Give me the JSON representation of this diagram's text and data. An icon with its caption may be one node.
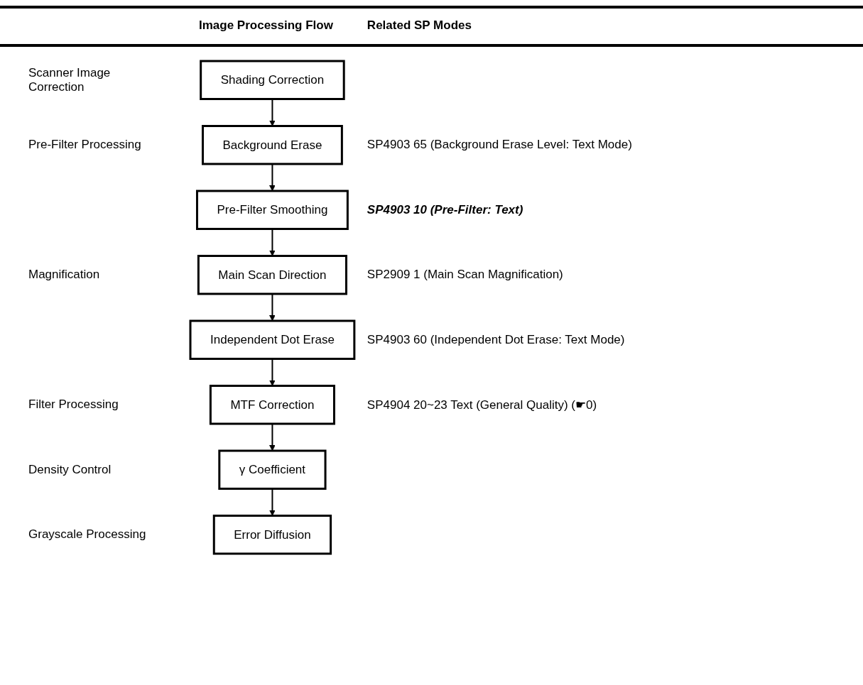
{
  "diagram": {
    "nodes": [
      {
        "text": [
          "Shading Correction"
        ]
      },
      {
        "text": [
          "Background Erase"
        ],
        "beside": [
          "SP4903 65 (Background Erase Level: Text Mode)"
        ]
      },
      {
        "text": [
          "Pre-Filter Smoothing"
        ],
        "beside": [
          "SP4903 10 (Pre-Filter: Text)"
        ]
      },
      {
        "text": [
          "Main Scan Direction"
        ],
        "beside": [
          "SP2909 1 (Main Scan Magnification)"
        ]
      },
      {
        "text": [
          "Independent Dot Erase"
        ],
        "beside": [
          "SP4903 60 (Independent Dot Erase: Text Mode)"
        ]
      },
      {
        "text": [
          "MTF Correction"
        ],
        "beside": [
          "SP4904 20~23 Text (General Quality) (☛0)"
        ]
      },
      {
        "text": [
          "γ Coefficient"
        ]
      },
      {
        "text": [
          "Error Diffusion"
        ]
      }
    ],
    "edges": [
      {
        "from": 0,
        "to": 1,
        "arrow": "to"
      },
      {
        "from": 1,
        "to": 2,
        "arrow": "to"
      },
      {
        "from": 2,
        "to": 3,
        "arrow": "to"
      },
      {
        "from": 3,
        "to": 4,
        "arrow": "to"
      },
      {
        "from": 4,
        "to": 5,
        "arrow": "to"
      },
      {
        "from": 5,
        "to": 6,
        "arrow": "to"
      },
      {
        "from": 6,
        "to": 7,
        "arrow": "to"
      }
    ],
    "labels": [
      "Image Processing Flow",
      "Related SP Modes",
      "Scanner Image Correction",
      "Pre-Filter Processing",
      "Magnification",
      "Filter Processing",
      "Density Control",
      "Grayscale Processing"
    ]
  }
}
